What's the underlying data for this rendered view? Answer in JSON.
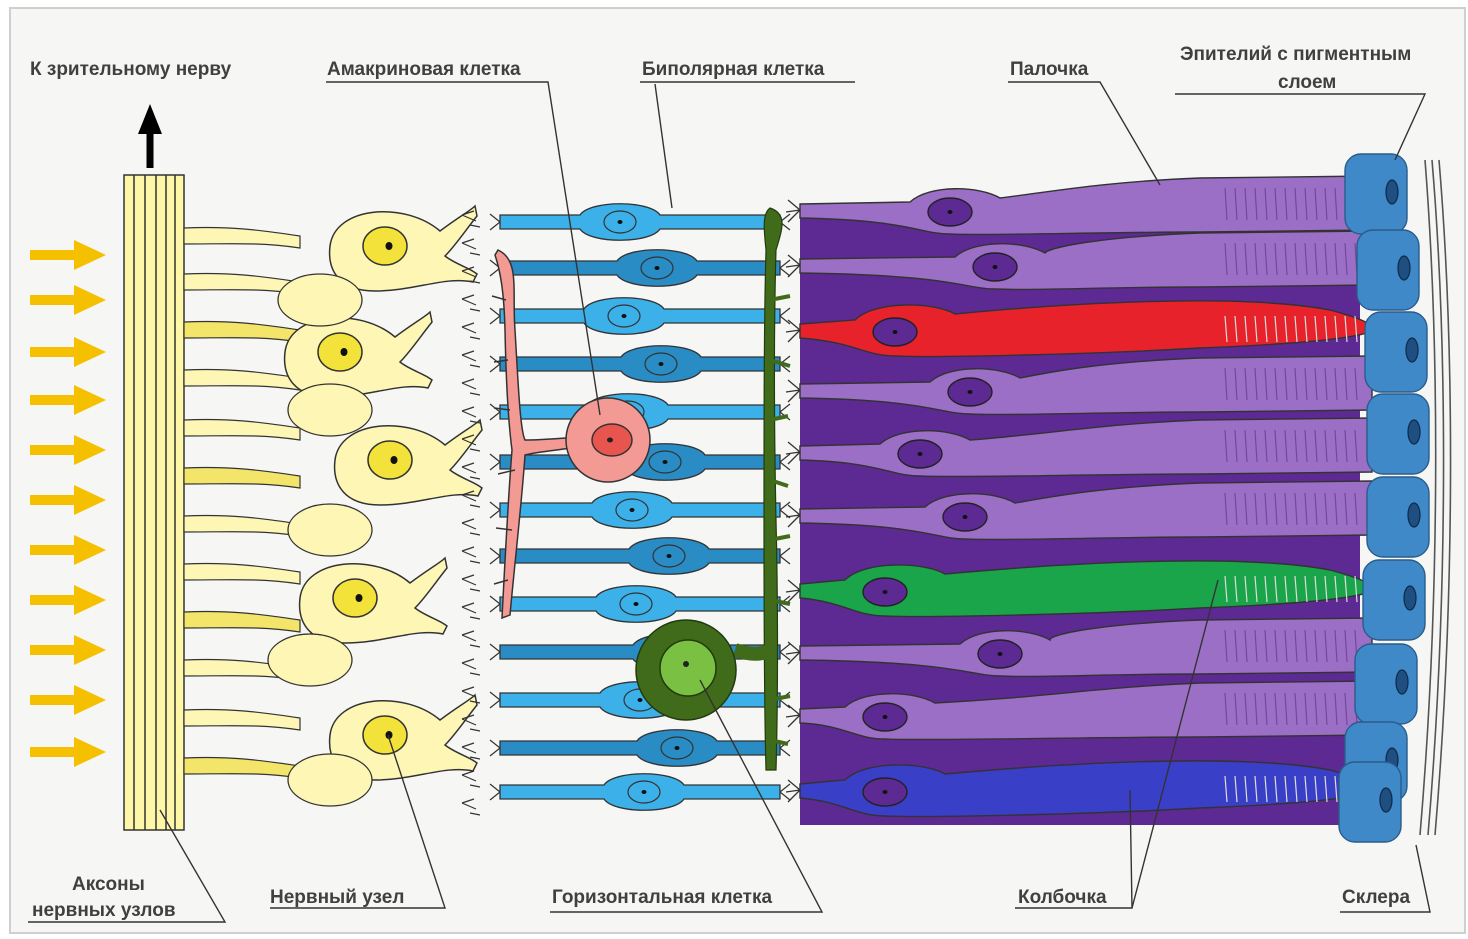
{
  "labels": {
    "to_optic_nerve": "К зрительному нерву",
    "amacrine_cell": "Амакриновая клетка",
    "bipolar_cell": "Биполярная клетка",
    "rod": "Палочка",
    "pigment_epithelium_line1": "Эпителий с пигментным",
    "pigment_epithelium_line2": "слоем",
    "axons_line1": "Аксоны",
    "axons_line2": "нервных узлов",
    "ganglion": "Нервный узел",
    "horizontal_cell": "Горизонтальная клетка",
    "cone": "Колбочка",
    "sclera": "Склера"
  },
  "colors": {
    "light_arrows": "#f5c000",
    "axons": "#fff7a8",
    "ganglion_cells": "#fdf6b4",
    "ganglion_nucleus": "#f2e23a",
    "bipolar_cells": "#3cb0e8",
    "bipolar_dark": "#2a8cc4",
    "amacrine_cell": "#f39a95",
    "horizontal_cell": "#3f6b1a",
    "horizontal_nucleus": "#7ac143",
    "rods": "#9b6fc6",
    "rods_dark": "#5d2a93",
    "red_cone": "#e8222a",
    "green_cone": "#1aa54a",
    "blue_cone": "#3a3fc8",
    "pigment_epithelium": "#3f89c9",
    "sclera_lines": "#555555"
  }
}
